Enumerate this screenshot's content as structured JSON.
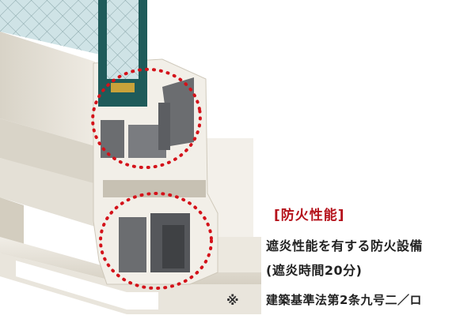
{
  "feature": {
    "heading": "[防火性能]",
    "line1": "遮炎性能を有する防火設備",
    "line2": "(遮炎時間20分)",
    "law": "建築基準法第2条九号二／ロ",
    "note_mark": "※"
  },
  "colors": {
    "heading_red": "#b5121b",
    "frame_white": "#ebe7de",
    "frame_shadow": "#cfc9bb",
    "cavity_gray": "#6b6d70",
    "glass_teal": "#1f5b5a",
    "dot_red": "#d4121a"
  }
}
